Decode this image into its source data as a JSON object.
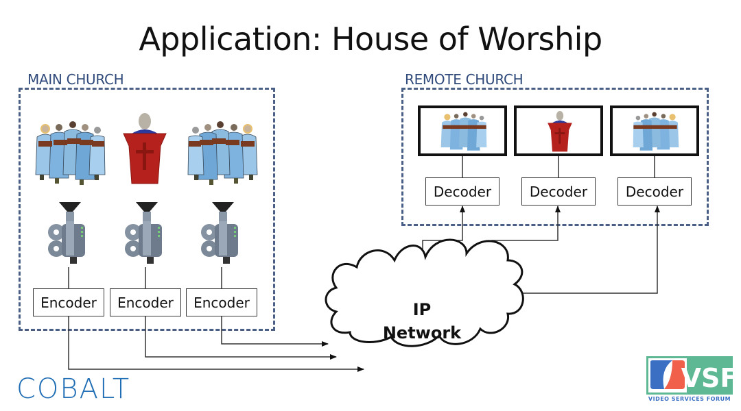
{
  "title": "Application: House of Worship",
  "main_church": {
    "label": "MAIN CHURCH",
    "sources": [
      "choir",
      "pulpit",
      "choir"
    ],
    "encoders": [
      "Encoder",
      "Encoder",
      "Encoder"
    ]
  },
  "remote_church": {
    "label": "REMOTE CHURCH",
    "displays": [
      "choir",
      "pulpit",
      "choir"
    ],
    "decoders": [
      "Decoder",
      "Decoder",
      "Decoder"
    ]
  },
  "network": {
    "line1": "IP",
    "line2": "Network"
  },
  "logos": {
    "left": "COBALT",
    "right_abbr": "VSF",
    "right_full": "VIDEO SERVICES FORUM"
  },
  "colors": {
    "dash": "#4a5f86",
    "label": "#2f4a7a",
    "cobalt": "#1e6db5",
    "vsf_green": "#5fb894",
    "pulpit_red": "#b5221e",
    "robe_blue": "#6fa8d6"
  }
}
